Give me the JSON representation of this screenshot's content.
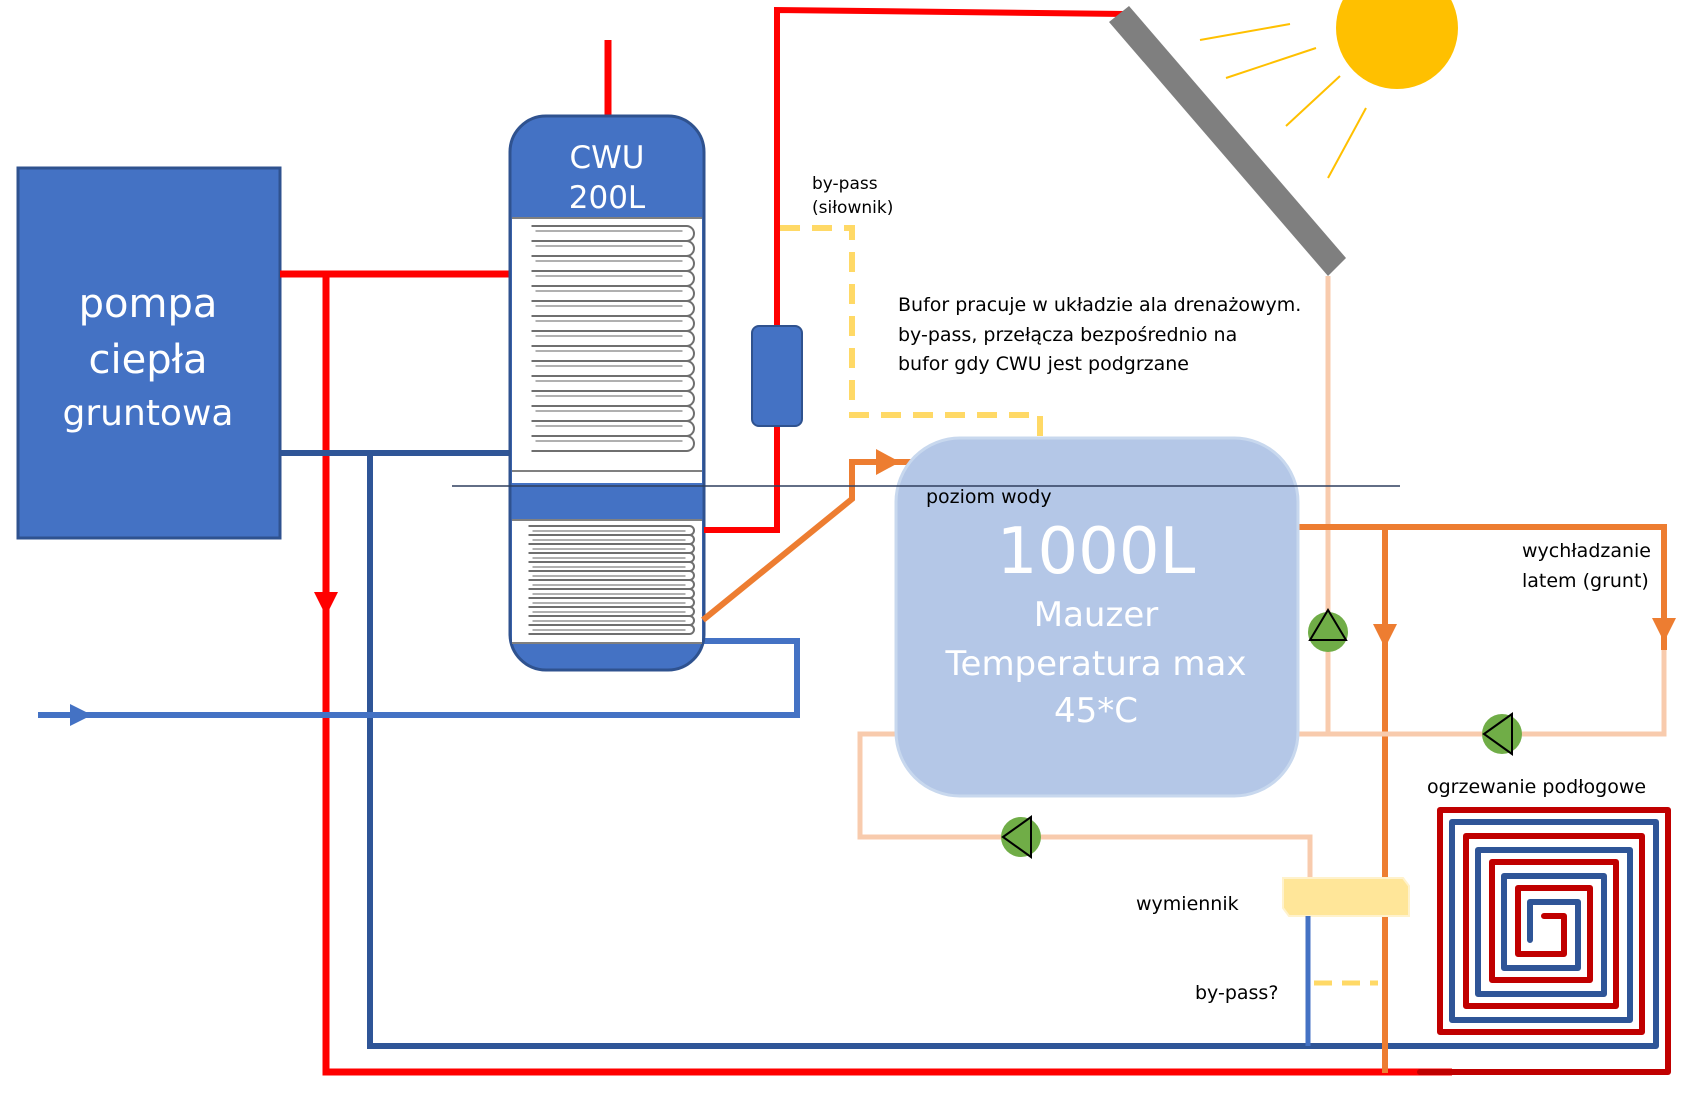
{
  "labels": {
    "heat_pump_line1": "pompa",
    "heat_pump_line2": "ciepła",
    "heat_pump_line3": "gruntowa",
    "cwu_line1": "CWU",
    "cwu_line2": "200L",
    "bypass_actuator_line1": "by-pass",
    "bypass_actuator_line2": "(siłownik)",
    "note_line1": "Bufor pracuje w układzie ala drenażowym.",
    "note_line2": "by-pass, przełącza bezpośrednio na",
    "note_line3": "bufor gdy CWU jest podgrzane",
    "water_level": "poziom wody",
    "buffer_volume": "1000L",
    "buffer_name": "Mauzer",
    "buffer_temp_line1": "Temperatura max",
    "buffer_temp_line2": "45*C",
    "cooling_line1": "wychładzanie",
    "cooling_line2": "latem (grunt)",
    "floor_heating": "ogrzewanie podłogowe",
    "exchanger": "wymiennik",
    "bypass_question": "by-pass?"
  },
  "icons": [
    "heat-pump-box",
    "dhw-tank",
    "solar-collector",
    "sun",
    "buffer-tank",
    "circulation-pump",
    "floor-heating-coil",
    "heat-exchanger"
  ],
  "colors": {
    "hot_pipe": "#ff0000",
    "cold_pipe": "#2f5597",
    "cold_inlet": "#4472c4",
    "box_blue": "#4472c4",
    "buffer_fill": "#b4c7e7",
    "orange_pipe": "#ed7d31",
    "solar_pipe": "#f8cbad",
    "bypass_dash": "#ffd966",
    "pump_green": "#70ad47",
    "sun": "#ffc000",
    "collector": "#7f7f7f",
    "exchanger_fill": "#ffe699"
  }
}
